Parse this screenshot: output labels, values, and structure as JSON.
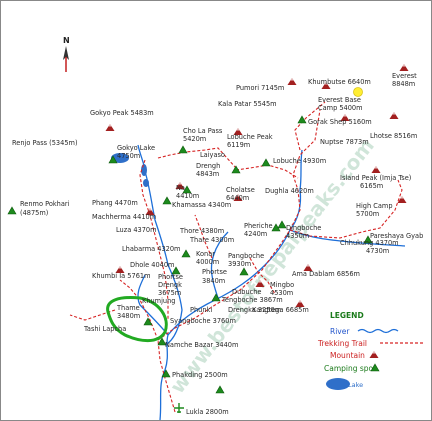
{
  "colors": {
    "river": "#1e6fd8",
    "trail": "#d62424",
    "mountain": "#a32020",
    "camp": "#1d8a1d",
    "lake": "#2f6fc9",
    "highlight": "#22aa22",
    "sun": "#ffee33"
  },
  "compass": {
    "label": "N"
  },
  "watermark": {
    "text": "www.bestofnepalpeaks.com"
  },
  "labels": {
    "gokyo_peak": "Gokyo Peak 5483m",
    "renjo_pass": "Renjo Pass (5345m)",
    "gokyo_lake": "Gokyo Lake",
    "gokyo_lake_alt": "4750m",
    "cho_la_pass": "Cho La Pass",
    "cho_la_pass_alt": "5420m",
    "lobuche_peak": "Lobuche Peak",
    "lobuche_peak_alt": "6119m",
    "laiyaso": "Laiyaso",
    "drengh_top": "Drengh",
    "drengh_top_alt": "4843m",
    "cholatse": "Cholatse",
    "cholatse_alt": "6440m",
    "dughla": "Dughla 4620m",
    "lobuche": "Lobuche 4930m",
    "pumori": "Pumori 7145m",
    "khumbutse": "Khumbutse 6640m",
    "everest": "Everest",
    "everest_alt": "8848m",
    "kala_patar": "Kala Patar 5545m",
    "everest_base_camp": "Everest Base",
    "everest_base_camp_alt": "Camp 5400m",
    "gorak_shep": "Gorak Shep 5160m",
    "lhotse": "Lhotse 8516m",
    "nuptse": "Nuptse 7873m",
    "island_peak": "Island Peak (Imja Tse)",
    "island_peak_alt": "6165m",
    "high_camp": "High Camp",
    "high_camp_alt": "5700m",
    "phang": "Phang 4470m",
    "na": "Na",
    "na_alt": "4410m",
    "machherma": "Machherma 4410m",
    "khamassa": "Khamassa 4340m",
    "renmo_pokhari": "Renmo Pokhari",
    "renmo_pokhari_alt": "(4875m)",
    "luza": "Luza 4370m",
    "thore": "Thore 4380m",
    "thare": "Thare 4300m",
    "pheriche": "Pheriche",
    "pheriche_alt": "4240m",
    "dingboche": "Dingboche",
    "dingboche_alt": "4350m",
    "pareshaya_gyab": "Pareshaya Gyab",
    "chhukung": "Chhukung 4370m",
    "chhukung_alt": "4730m",
    "lhabarma": "Lhabarma 4320m",
    "konar": "Konar",
    "konar_alt": "4000m",
    "pangboche": "Pangboche",
    "pangboche_alt": "3930m",
    "dhole": "Dhole 4040m",
    "khumbila": "Khumbi Ia 5761m",
    "phortse_top": "Phortse",
    "phortse_top_alt": "3840m",
    "ama_dablam": "Ama Dablam 6856m",
    "phortse": "Phortse",
    "drengk": "Drengk",
    "drengk_alt": "3675m",
    "dubuche": "Dubuche",
    "mingbo": "Mingbo",
    "mingbo_alt": "4530m",
    "khumjung": "Khumjung",
    "tengboche": "Tengboche 3867m",
    "thame": "Thame",
    "thame_alt": "3480m",
    "phunki": "Phunki",
    "phunki_drengka": "Drengka 3250m",
    "syangboche": "Syangboche 3760m",
    "tashi_lapcha": "Tashi Lapcha",
    "namche": "Namche Bazar 3440m",
    "kangtega": "Kangtega 6685m",
    "phakding": "Phakding 2500m",
    "lukla": "Lukla 2800m"
  },
  "legend": {
    "title": "LEGEND",
    "river": "River",
    "trail": "Trekking Trail",
    "mountain": "Mountain",
    "camp": "Camping spot",
    "lake": "Lake"
  }
}
